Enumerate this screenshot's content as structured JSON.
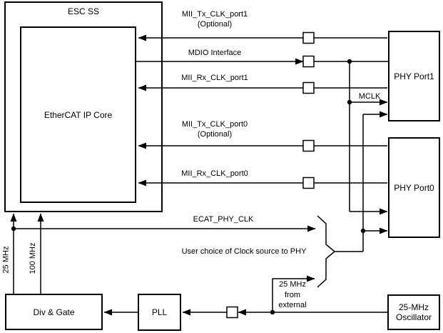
{
  "blocks": {
    "esc_ss": "ESC SS",
    "ethercat_ip_core": "EtherCAT IP Core",
    "phy_port1": "PHY Port1",
    "phy_port0": "PHY Port0",
    "div_gate": "Div & Gate",
    "pll": "PLL",
    "oscillator_line1": "25-MHz",
    "oscillator_line2": "Oscillator"
  },
  "signals": {
    "mii_tx_clk_port1": "MII_Tx_CLK_port1",
    "mii_tx_clk_port1_note": "(Optional)",
    "mdio_interface": "MDIO Interface",
    "mii_rx_clk_port1": "MII_Rx_CLK_port1",
    "mclk": "MCLK",
    "mii_tx_clk_port0": "MII_Tx_CLK_port0",
    "mii_tx_clk_port0_note": "(Optional)",
    "mii_rx_clk_port0": "MII_Rx_CLK_port0",
    "ecat_phy_clk": "ECAT_PHY_CLK",
    "user_choice_note": "User choice of Clock source to PHY",
    "ext_clk_line1": "25 MHz",
    "ext_clk_line2": "from",
    "ext_clk_line3": "external",
    "div_out_25mhz": "25 MHz",
    "div_out_100mhz": "100 MHz"
  },
  "colors": {
    "line": "#000000",
    "background": "#ffffff",
    "text": "#000000"
  }
}
